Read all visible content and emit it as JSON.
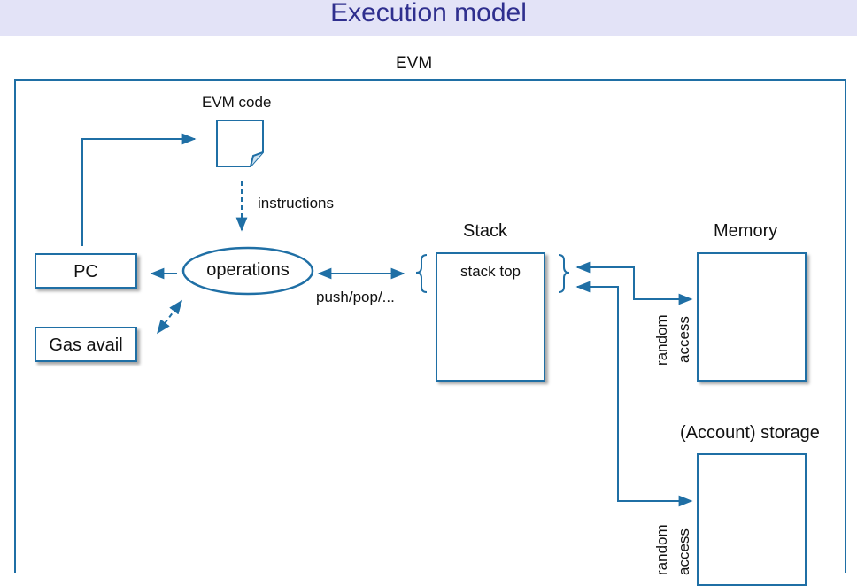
{
  "title": "Execution model",
  "diagram": {
    "evm_label": "EVM",
    "evm_code_label": "EVM code",
    "instructions_label": "instructions",
    "pc_label": "PC",
    "operations_label": "operations",
    "gas_label": "Gas avail",
    "push_pop_label": "push/pop/...",
    "stack_label": "Stack",
    "stack_top_label": "stack top",
    "memory_label": "Memory",
    "storage_label": "(Account) storage",
    "memory_access": {
      "line1": "random",
      "line2": "access"
    },
    "storage_access": {
      "line1": "random",
      "line2": "access"
    }
  },
  "colors": {
    "line": "#1f6fa5",
    "title": "#2f2f8e",
    "title_bg": "#e3e3f7"
  }
}
